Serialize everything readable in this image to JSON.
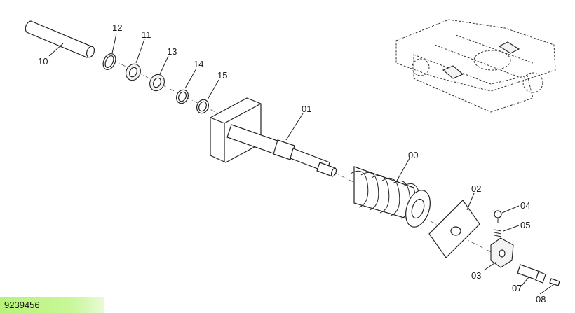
{
  "part_labels": {
    "p10": "10",
    "p12": "12",
    "p11": "11",
    "p13": "13",
    "p14": "14",
    "p15": "15",
    "p01": "01",
    "p00": "00",
    "p02": "02",
    "p04": "04",
    "p05": "05",
    "p03": "03",
    "p07": "07",
    "p08": "08"
  },
  "diagram_code": "9239456",
  "colors": {
    "code_highlight": "#c4f58c",
    "line": "#222222"
  }
}
